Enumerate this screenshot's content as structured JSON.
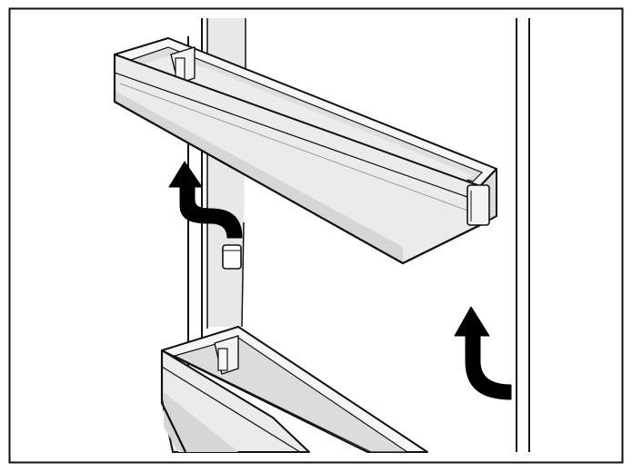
{
  "figure": {
    "kind": "instruction-illustration",
    "text": [],
    "colors": {
      "background": "#ffffff",
      "line": "#111111",
      "panel_fill": "#e8e8e8",
      "shelf_top": "#f6f6f6",
      "shelf_inner": "#dedede",
      "shelf_front": "#ebebeb",
      "shelf_dark": "#c9c9c9",
      "arrow": "#000000"
    },
    "parts": [
      {
        "name": "upper-door-shelf",
        "icon": "door-shelf-icon"
      },
      {
        "name": "lower-door-shelf",
        "icon": "door-shelf-icon"
      },
      {
        "name": "shelf-mounting-rail",
        "icon": "rail-icon"
      },
      {
        "name": "lift-arrow-left",
        "icon": "curved-up-arrow-icon"
      },
      {
        "name": "lift-arrow-right",
        "icon": "curved-up-arrow-icon"
      }
    ]
  }
}
